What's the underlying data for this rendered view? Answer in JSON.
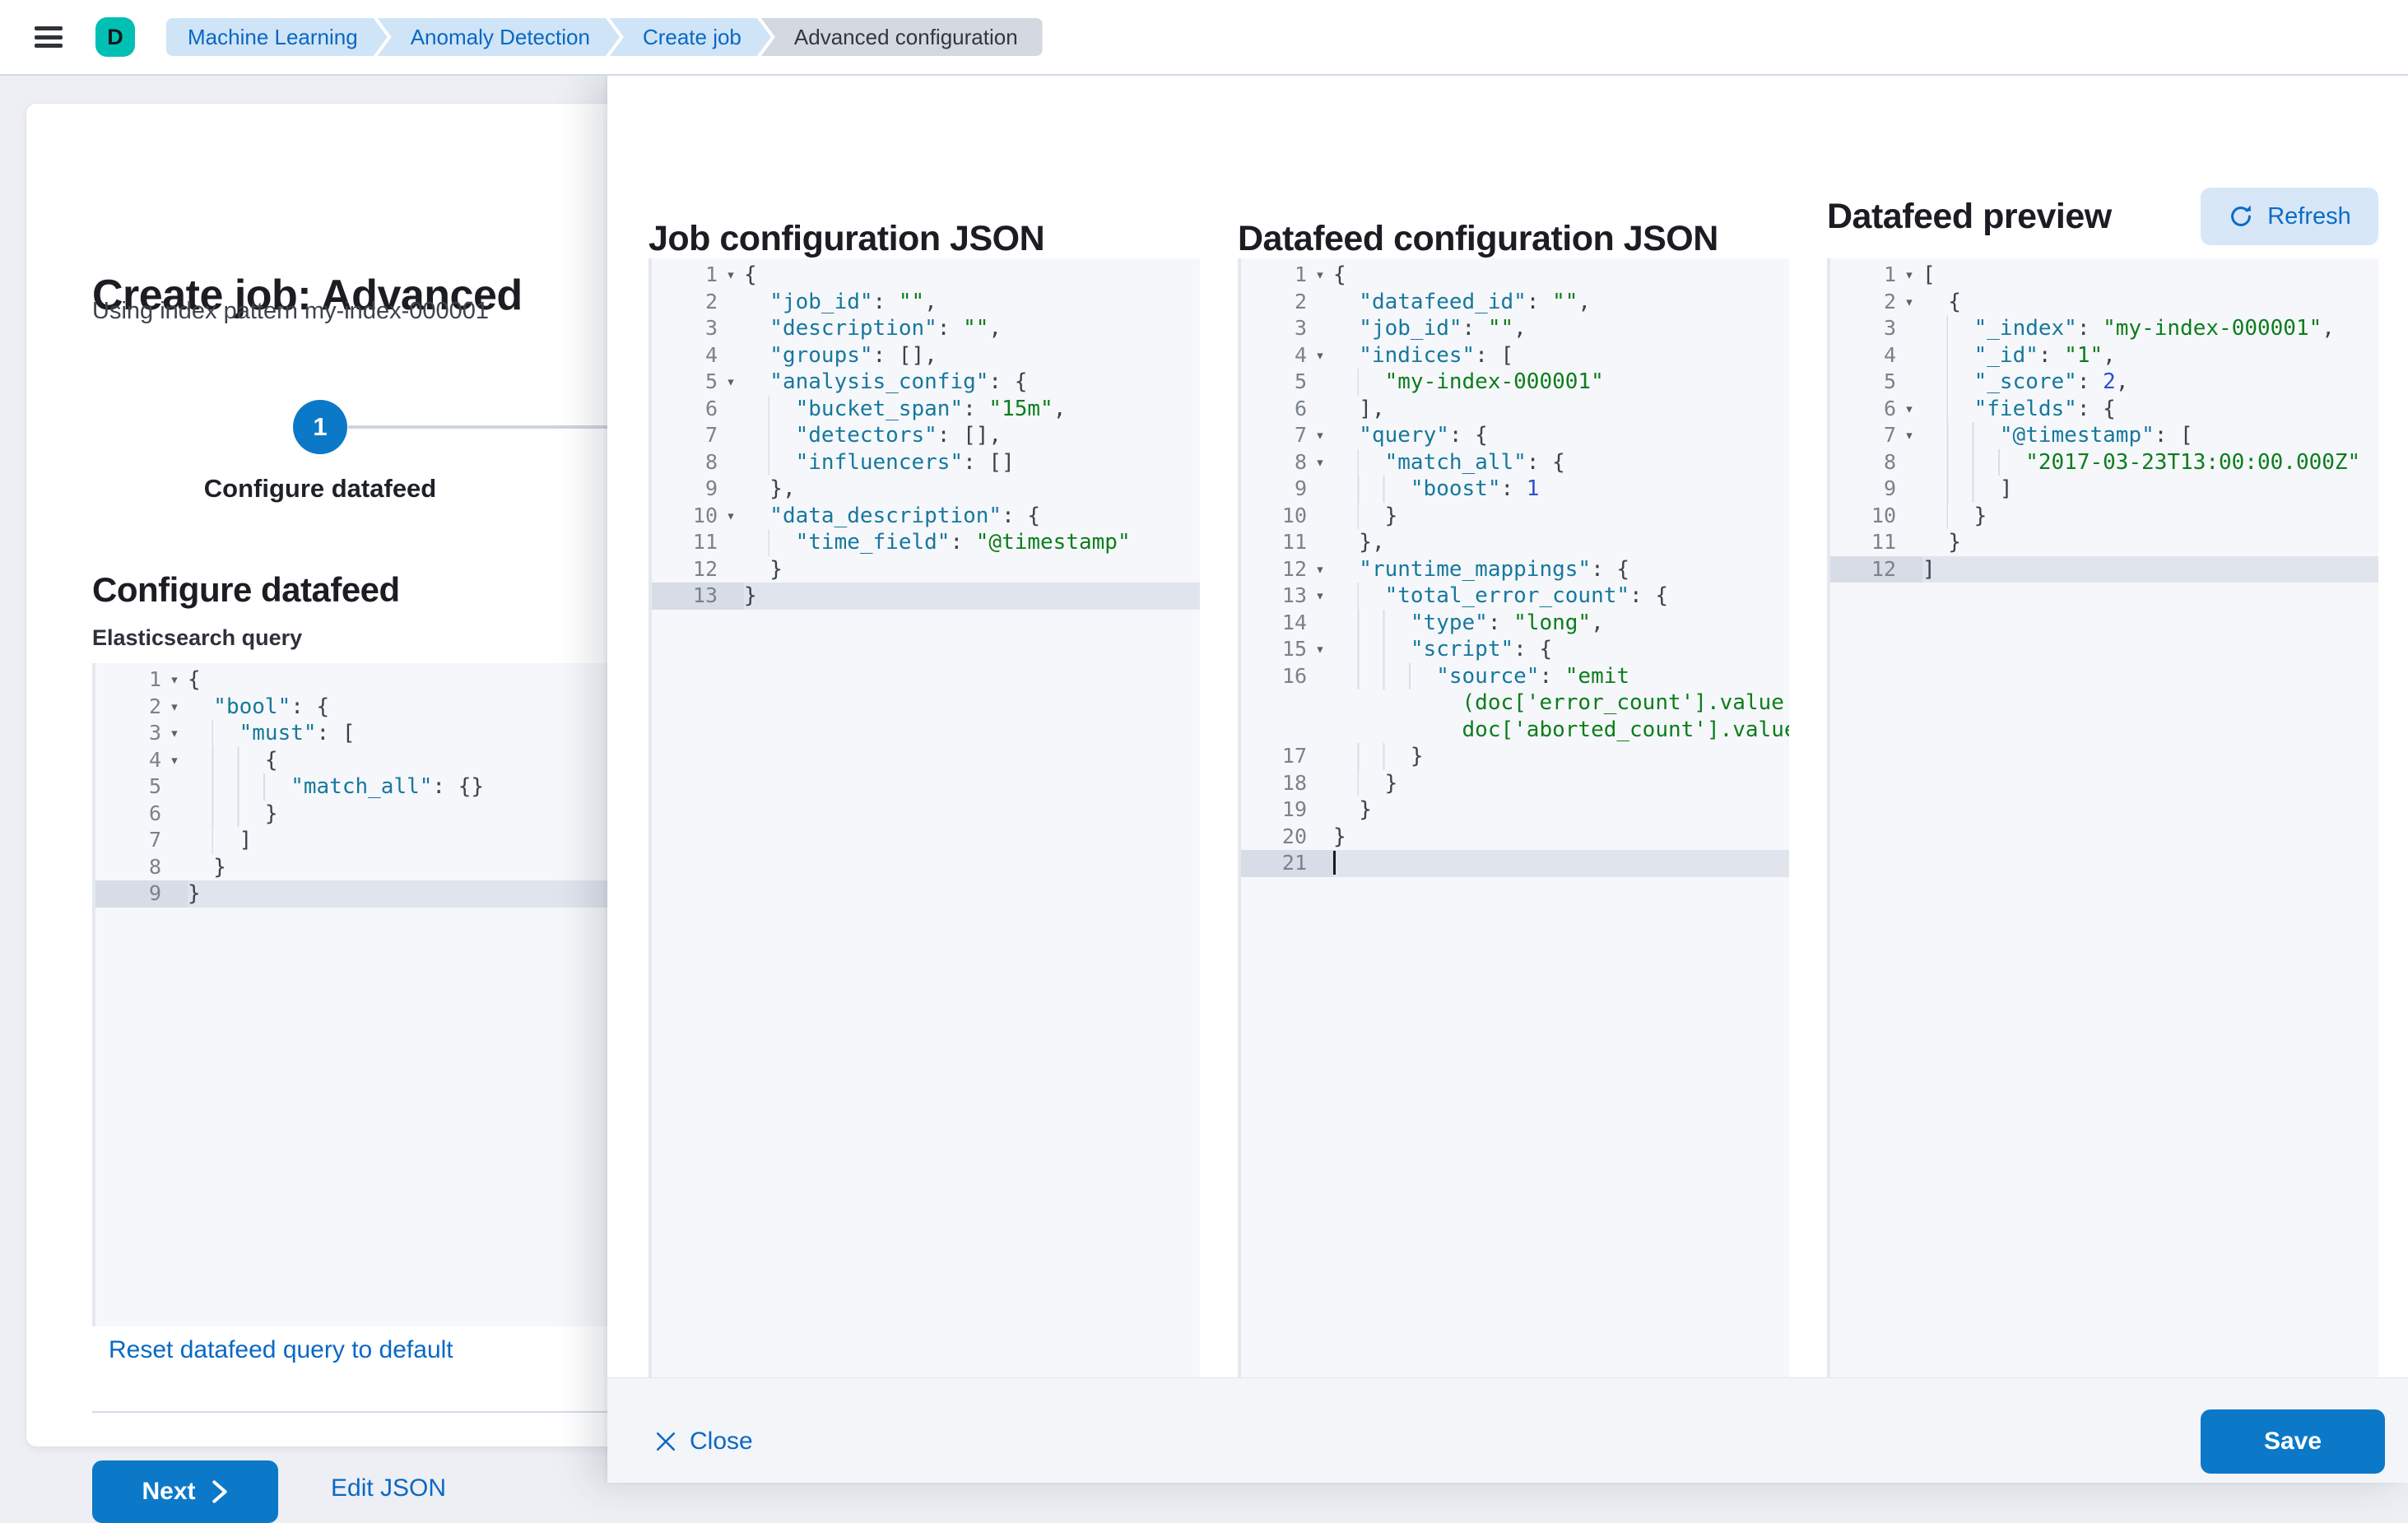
{
  "header": {
    "avatar_initial": "D",
    "breadcrumbs": [
      {
        "label": "Machine Learning"
      },
      {
        "label": "Anomaly Detection"
      },
      {
        "label": "Create job"
      },
      {
        "label": "Advanced configuration"
      }
    ]
  },
  "wizard": {
    "title": "Create job: Advanced",
    "subtitle": "Using index pattern my-index-000001",
    "step_number": "1",
    "step_label": "Configure datafeed",
    "section_heading": "Configure datafeed",
    "query_label": "Elasticsearch query",
    "reset_link": "Reset datafeed query to default",
    "next_label": "Next",
    "edit_json_label": "Edit JSON"
  },
  "panels": {
    "job_title": "Job configuration JSON",
    "datafeed_title": "Datafeed configuration JSON",
    "preview_title": "Datafeed preview",
    "refresh_label": "Refresh"
  },
  "footer": {
    "close_label": "Close",
    "save_label": "Save"
  },
  "colors": {
    "accent_fill": "#0b79c8",
    "link": "#0a68c4",
    "avatar_bg": "#00bfb3",
    "breadcrumb_bg": "#cfe4f7",
    "breadcrumb_current_bg": "#d3d8e1",
    "editor_bg": "#f5f7fa",
    "active_line_bg": "#e0e4ed",
    "code_key": "#17789d",
    "code_string": "#0d7d1c",
    "code_number": "#2b50c8"
  },
  "editors": {
    "es_query": {
      "lines": [
        {
          "n": 1,
          "fold": true,
          "ind": 0,
          "segs": [
            [
              "pun",
              "{"
            ]
          ]
        },
        {
          "n": 2,
          "fold": true,
          "ind": 2,
          "segs": [
            [
              "key",
              "\"bool\""
            ],
            [
              "pun",
              ": {"
            ]
          ]
        },
        {
          "n": 3,
          "fold": true,
          "ind": 4,
          "segs": [
            [
              "key",
              "\"must\""
            ],
            [
              "pun",
              ": ["
            ]
          ]
        },
        {
          "n": 4,
          "fold": true,
          "ind": 6,
          "segs": [
            [
              "pun",
              "{"
            ]
          ]
        },
        {
          "n": 5,
          "ind": 8,
          "segs": [
            [
              "key",
              "\"match_all\""
            ],
            [
              "pun",
              ": {}"
            ]
          ]
        },
        {
          "n": 6,
          "ind": 6,
          "segs": [
            [
              "pun",
              "}"
            ]
          ]
        },
        {
          "n": 7,
          "ind": 4,
          "segs": [
            [
              "pun",
              "]"
            ]
          ]
        },
        {
          "n": 8,
          "ind": 2,
          "segs": [
            [
              "pun",
              "}"
            ]
          ]
        },
        {
          "n": 9,
          "ind": 0,
          "active": true,
          "segs": [
            [
              "pun",
              "}"
            ]
          ]
        }
      ]
    },
    "job": {
      "lines": [
        {
          "n": 1,
          "fold": true,
          "ind": 0,
          "segs": [
            [
              "pun",
              "{"
            ]
          ]
        },
        {
          "n": 2,
          "ind": 2,
          "segs": [
            [
              "key",
              "\"job_id\""
            ],
            [
              "pun",
              ": "
            ],
            [
              "str",
              "\"\""
            ],
            [
              "pun",
              ","
            ]
          ]
        },
        {
          "n": 3,
          "ind": 2,
          "segs": [
            [
              "key",
              "\"description\""
            ],
            [
              "pun",
              ": "
            ],
            [
              "str",
              "\"\""
            ],
            [
              "pun",
              ","
            ]
          ]
        },
        {
          "n": 4,
          "ind": 2,
          "segs": [
            [
              "key",
              "\"groups\""
            ],
            [
              "pun",
              ": [],"
            ]
          ]
        },
        {
          "n": 5,
          "fold": true,
          "ind": 2,
          "segs": [
            [
              "key",
              "\"analysis_config\""
            ],
            [
              "pun",
              ": {"
            ]
          ]
        },
        {
          "n": 6,
          "ind": 4,
          "segs": [
            [
              "key",
              "\"bucket_span\""
            ],
            [
              "pun",
              ": "
            ],
            [
              "str",
              "\"15m\""
            ],
            [
              "pun",
              ","
            ]
          ]
        },
        {
          "n": 7,
          "ind": 4,
          "segs": [
            [
              "key",
              "\"detectors\""
            ],
            [
              "pun",
              ": [],"
            ]
          ]
        },
        {
          "n": 8,
          "ind": 4,
          "segs": [
            [
              "key",
              "\"influencers\""
            ],
            [
              "pun",
              ": []"
            ]
          ]
        },
        {
          "n": 9,
          "ind": 2,
          "segs": [
            [
              "pun",
              "},"
            ]
          ]
        },
        {
          "n": 10,
          "fold": true,
          "ind": 2,
          "segs": [
            [
              "key",
              "\"data_description\""
            ],
            [
              "pun",
              ": {"
            ]
          ]
        },
        {
          "n": 11,
          "ind": 4,
          "segs": [
            [
              "key",
              "\"time_field\""
            ],
            [
              "pun",
              ": "
            ],
            [
              "str",
              "\"@timestamp\""
            ]
          ]
        },
        {
          "n": 12,
          "ind": 2,
          "segs": [
            [
              "pun",
              "}"
            ]
          ]
        },
        {
          "n": 13,
          "ind": 0,
          "active": true,
          "segs": [
            [
              "pun",
              "}"
            ]
          ]
        }
      ]
    },
    "datafeed": {
      "lines": [
        {
          "n": 1,
          "fold": true,
          "ind": 0,
          "segs": [
            [
              "pun",
              "{"
            ]
          ]
        },
        {
          "n": 2,
          "ind": 2,
          "segs": [
            [
              "key",
              "\"datafeed_id\""
            ],
            [
              "pun",
              ": "
            ],
            [
              "str",
              "\"\""
            ],
            [
              "pun",
              ","
            ]
          ]
        },
        {
          "n": 3,
          "ind": 2,
          "segs": [
            [
              "key",
              "\"job_id\""
            ],
            [
              "pun",
              ": "
            ],
            [
              "str",
              "\"\""
            ],
            [
              "pun",
              ","
            ]
          ]
        },
        {
          "n": 4,
          "fold": true,
          "ind": 2,
          "segs": [
            [
              "key",
              "\"indices\""
            ],
            [
              "pun",
              ": ["
            ]
          ]
        },
        {
          "n": 5,
          "ind": 4,
          "segs": [
            [
              "str",
              "\"my-index-000001\""
            ]
          ]
        },
        {
          "n": 6,
          "ind": 2,
          "segs": [
            [
              "pun",
              "],"
            ]
          ]
        },
        {
          "n": 7,
          "fold": true,
          "ind": 2,
          "segs": [
            [
              "key",
              "\"query\""
            ],
            [
              "pun",
              ": {"
            ]
          ]
        },
        {
          "n": 8,
          "fold": true,
          "ind": 4,
          "segs": [
            [
              "key",
              "\"match_all\""
            ],
            [
              "pun",
              ": {"
            ]
          ]
        },
        {
          "n": 9,
          "ind": 6,
          "segs": [
            [
              "key",
              "\"boost\""
            ],
            [
              "pun",
              ": "
            ],
            [
              "num",
              "1"
            ]
          ]
        },
        {
          "n": 10,
          "ind": 4,
          "segs": [
            [
              "pun",
              "}"
            ]
          ]
        },
        {
          "n": 11,
          "ind": 2,
          "segs": [
            [
              "pun",
              "},"
            ]
          ]
        },
        {
          "n": 12,
          "fold": true,
          "ind": 2,
          "segs": [
            [
              "key",
              "\"runtime_mappings\""
            ],
            [
              "pun",
              ": {"
            ]
          ]
        },
        {
          "n": 13,
          "fold": true,
          "ind": 4,
          "segs": [
            [
              "key",
              "\"total_error_count\""
            ],
            [
              "pun",
              ": {"
            ]
          ]
        },
        {
          "n": 14,
          "ind": 6,
          "segs": [
            [
              "key",
              "\"type\""
            ],
            [
              "pun",
              ": "
            ],
            [
              "str",
              "\"long\""
            ],
            [
              "pun",
              ","
            ]
          ]
        },
        {
          "n": 15,
          "fold": true,
          "ind": 6,
          "segs": [
            [
              "key",
              "\"script\""
            ],
            [
              "pun",
              ": {"
            ]
          ]
        },
        {
          "n": 16,
          "ind": 8,
          "segs": [
            [
              "key",
              "\"source\""
            ],
            [
              "pun",
              ": "
            ],
            [
              "str",
              "\"emit"
            ]
          ]
        },
        {
          "ind": 10,
          "wrap": true,
          "segs": [
            [
              "str",
              "(doc['error_count'].value +"
            ]
          ]
        },
        {
          "ind": 10,
          "wrap": true,
          "segs": [
            [
              "str",
              "doc['aborted_count'].value)\""
            ]
          ]
        },
        {
          "n": 17,
          "ind": 6,
          "segs": [
            [
              "pun",
              "}"
            ]
          ]
        },
        {
          "n": 18,
          "ind": 4,
          "segs": [
            [
              "pun",
              "}"
            ]
          ]
        },
        {
          "n": 19,
          "ind": 2,
          "segs": [
            [
              "pun",
              "}"
            ]
          ]
        },
        {
          "n": 20,
          "ind": 0,
          "segs": [
            [
              "pun",
              "}"
            ]
          ]
        },
        {
          "n": 21,
          "ind": 0,
          "active": true,
          "cursor": true,
          "segs": []
        }
      ]
    },
    "preview": {
      "lines": [
        {
          "n": 1,
          "fold": true,
          "ind": 0,
          "segs": [
            [
              "pun",
              "["
            ]
          ]
        },
        {
          "n": 2,
          "fold": true,
          "ind": 2,
          "segs": [
            [
              "pun",
              "{"
            ]
          ]
        },
        {
          "n": 3,
          "ind": 4,
          "segs": [
            [
              "key",
              "\"_index\""
            ],
            [
              "pun",
              ": "
            ],
            [
              "str",
              "\"my-index-000001\""
            ],
            [
              "pun",
              ","
            ]
          ]
        },
        {
          "n": 4,
          "ind": 4,
          "segs": [
            [
              "key",
              "\"_id\""
            ],
            [
              "pun",
              ": "
            ],
            [
              "str",
              "\"1\""
            ],
            [
              "pun",
              ","
            ]
          ]
        },
        {
          "n": 5,
          "ind": 4,
          "segs": [
            [
              "key",
              "\"_score\""
            ],
            [
              "pun",
              ": "
            ],
            [
              "num",
              "2"
            ],
            [
              "pun",
              ","
            ]
          ]
        },
        {
          "n": 6,
          "fold": true,
          "ind": 4,
          "segs": [
            [
              "key",
              "\"fields\""
            ],
            [
              "pun",
              ": {"
            ]
          ]
        },
        {
          "n": 7,
          "fold": true,
          "ind": 6,
          "segs": [
            [
              "key",
              "\"@timestamp\""
            ],
            [
              "pun",
              ": ["
            ]
          ]
        },
        {
          "n": 8,
          "ind": 8,
          "segs": [
            [
              "str",
              "\"2017-03-23T13:00:00.000Z\""
            ]
          ]
        },
        {
          "n": 9,
          "ind": 6,
          "segs": [
            [
              "pun",
              "]"
            ]
          ]
        },
        {
          "n": 10,
          "ind": 4,
          "segs": [
            [
              "pun",
              "}"
            ]
          ]
        },
        {
          "n": 11,
          "ind": 2,
          "segs": [
            [
              "pun",
              "}"
            ]
          ]
        },
        {
          "n": 12,
          "ind": 0,
          "active": true,
          "segs": [
            [
              "pun",
              "]"
            ]
          ]
        }
      ]
    }
  }
}
